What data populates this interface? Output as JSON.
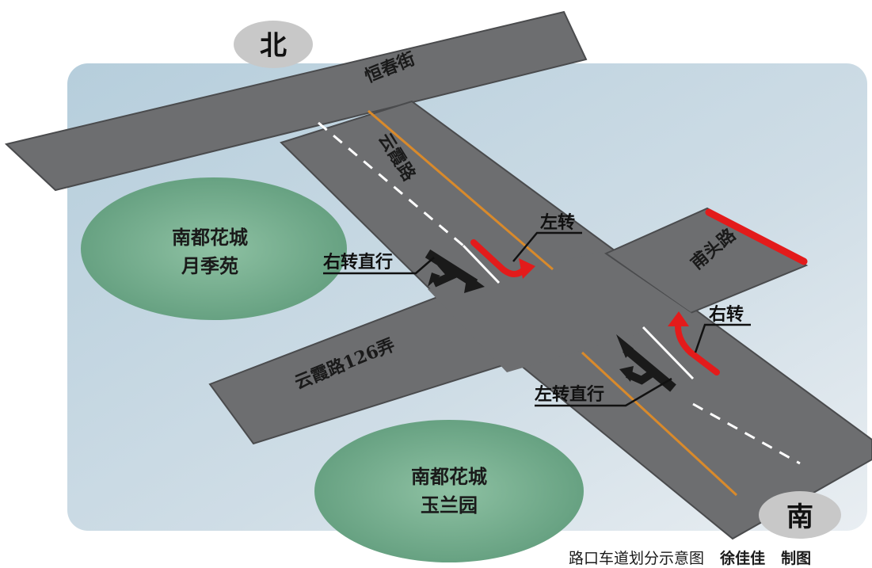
{
  "compass": {
    "north": "北",
    "south": "南"
  },
  "roads": {
    "top_street": "恒春街",
    "main_road": "云霞路",
    "east_road": "甫头路",
    "west_lane": "云霞路126弄"
  },
  "estates": {
    "northwest": {
      "line1": "南都花城",
      "line2": "月季苑"
    },
    "southwest": {
      "line1": "南都花城",
      "line2": "玉兰园"
    }
  },
  "lane_callouts": {
    "north_left_turn": "左转",
    "north_right_straight": "右转直行",
    "south_right_turn": "右转",
    "south_left_straight": "左转直行"
  },
  "caption": {
    "title": "路口车道划分示意图",
    "author": "徐佳佳",
    "role": "制图"
  },
  "colors": {
    "road": "#6d6e70",
    "road_edge": "#4a4b4d",
    "background_panel": "#b6cedc",
    "estate_fill": "#6fa88a",
    "center_line": "#d98a2b",
    "lane_line": "#ffffff",
    "turn_arrow": "#e31b1b",
    "direction_arrow": "#1a1a1a",
    "compass_badge": "#c8c8c8"
  }
}
